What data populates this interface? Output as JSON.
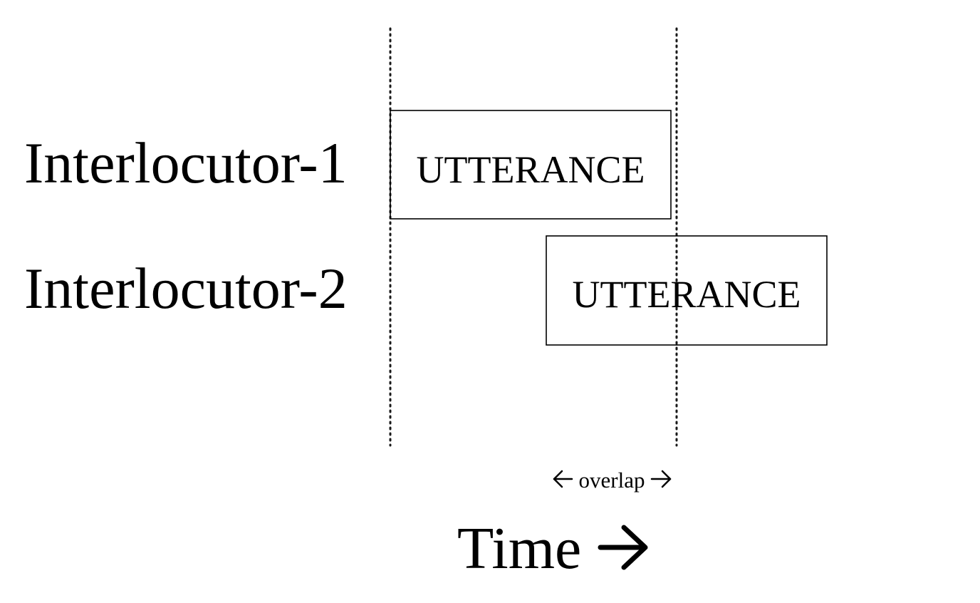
{
  "speakers": [
    {
      "label": "Interlocutor-1",
      "utterance": "UTTERANCE"
    },
    {
      "label": "Interlocutor-2",
      "utterance": "UTTERANCE"
    }
  ],
  "overlap_label": "overlap",
  "time_label": "Time",
  "colors": {
    "ink": "#000000",
    "background": "#ffffff"
  },
  "icons": {
    "overlap_left": "left-arrow-icon",
    "overlap_right": "right-arrow-icon",
    "time": "right-arrow-icon"
  }
}
